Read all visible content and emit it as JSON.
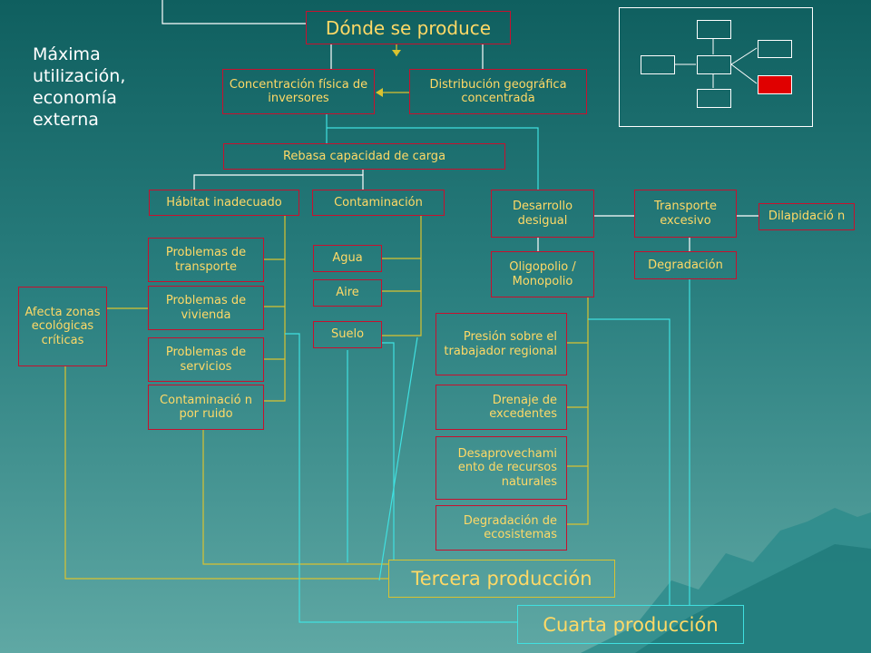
{
  "side_title": "Máxima utilización, economía externa",
  "nodes": {
    "donde": "Dónde se produce",
    "concentracion": "Concentración física de inversores",
    "distribucion": "Distribución geográfica concentrada",
    "rebasa": "Rebasa capacidad de carga",
    "habitat": "Hábitat inadecuado",
    "contaminacion": "Contaminación",
    "desarrollo": "Desarrollo desigual",
    "transporte_excesivo": "Transporte excesivo",
    "dilapidacion": "Dilapidació n",
    "prob_transporte": "Problemas de transporte",
    "prob_vivienda": "Problemas de vivienda",
    "prob_servicios": "Problemas de servicios",
    "contam_ruido": "Contaminació n por ruido",
    "agua": "Agua",
    "aire": "Aire",
    "suelo": "Suelo",
    "oligopolio": "Oligopolio / Monopolio",
    "degradacion": "Degradación",
    "afecta": "Afecta zonas ecológicas críticas",
    "presion": "Presión sobre el trabajador regional",
    "drenaje": "Drenaje de excedentes",
    "desaprovechamiento": "Desaprovechami ento de recursos naturales",
    "degradacion_eco": "Degradación de ecosistemas",
    "tercera": "Tercera producción",
    "cuarta": "Cuarta producción"
  },
  "colors": {
    "box_border": "#c8102e",
    "text": "#ffd966",
    "line_yellow": "#d9c230",
    "line_cyan": "#40e0e0",
    "line_white": "#ffffff",
    "mini_highlight": "#e00000"
  }
}
